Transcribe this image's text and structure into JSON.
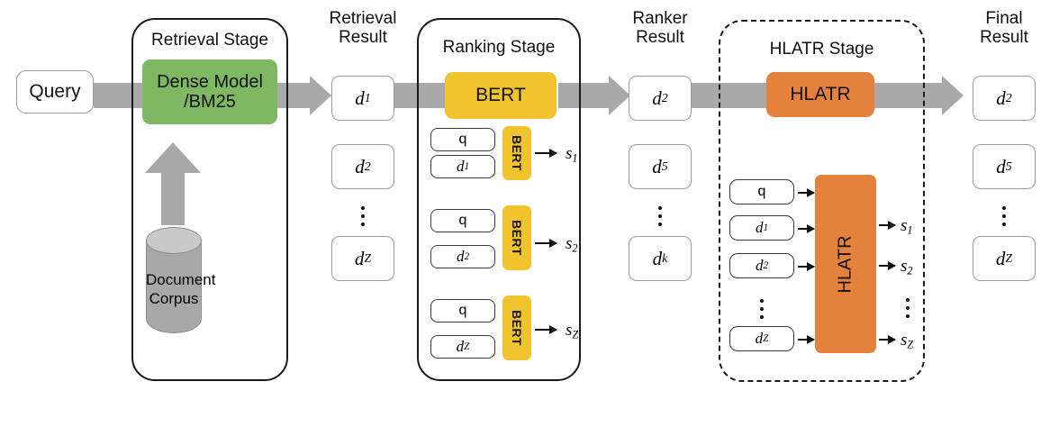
{
  "diagram": {
    "title": "Multi-stage retrieval ranking pipeline with HLATR",
    "colors": {
      "retrieval_model": "#7fb862",
      "ranking_model": "#f0c32f",
      "hlatr_model": "#e4813c",
      "arrow_gray": "#a9a9a9",
      "corpus_gray": "#a8a8a8",
      "box_border": "#9b9b9b",
      "stage_border": "#1a1a1a"
    }
  },
  "input": {
    "query_label": "Query"
  },
  "retrieval_stage": {
    "title": "Retrieval Stage",
    "model_label_line1": "Dense Model",
    "model_label_line2": "/BM25",
    "corpus_label": "Document\nCorpus"
  },
  "retrieval_result": {
    "header": "Retrieval\nResult",
    "items": [
      {
        "base": "d",
        "sub": "1"
      },
      {
        "base": "d",
        "sub": "2"
      },
      {
        "ellipsis": true
      },
      {
        "base": "d",
        "sub": "Z"
      }
    ]
  },
  "ranking_stage": {
    "title": "Ranking Stage",
    "model_label": "BERT",
    "vertical_model_label": "BERT",
    "pairs": [
      {
        "query": "q",
        "doc_base": "d",
        "doc_sub": "1",
        "score_base": "s",
        "score_sub": "1"
      },
      {
        "query": "q",
        "doc_base": "d",
        "doc_sub": "2",
        "score_base": "s",
        "score_sub": "2"
      },
      {
        "query": "q",
        "doc_base": "d",
        "doc_sub": "Z",
        "score_base": "s",
        "score_sub": "Z"
      }
    ]
  },
  "ranker_result": {
    "header": "Ranker\nResult",
    "items": [
      {
        "base": "d",
        "sub": "2"
      },
      {
        "base": "d",
        "sub": "5"
      },
      {
        "ellipsis": true
      },
      {
        "base": "d",
        "sub": "k"
      }
    ]
  },
  "hlatr_stage": {
    "title": "HLATR Stage",
    "model_label": "HLATR",
    "vertical_model_label": "HLATR",
    "inputs": [
      {
        "base": "q",
        "sub": ""
      },
      {
        "base": "d",
        "sub": "1"
      },
      {
        "base": "d",
        "sub": "2"
      },
      {
        "ellipsis": true
      },
      {
        "base": "d",
        "sub": "Z"
      }
    ],
    "outputs": [
      {
        "base": "s",
        "sub": "1"
      },
      {
        "base": "s",
        "sub": "2"
      },
      {
        "ellipsis": true
      },
      {
        "base": "s",
        "sub": "Z"
      }
    ]
  },
  "final_result": {
    "header": "Final\nResult",
    "items": [
      {
        "base": "d",
        "sub": "2"
      },
      {
        "base": "d",
        "sub": "5"
      },
      {
        "ellipsis": true
      },
      {
        "base": "d",
        "sub": "Z"
      }
    ]
  }
}
